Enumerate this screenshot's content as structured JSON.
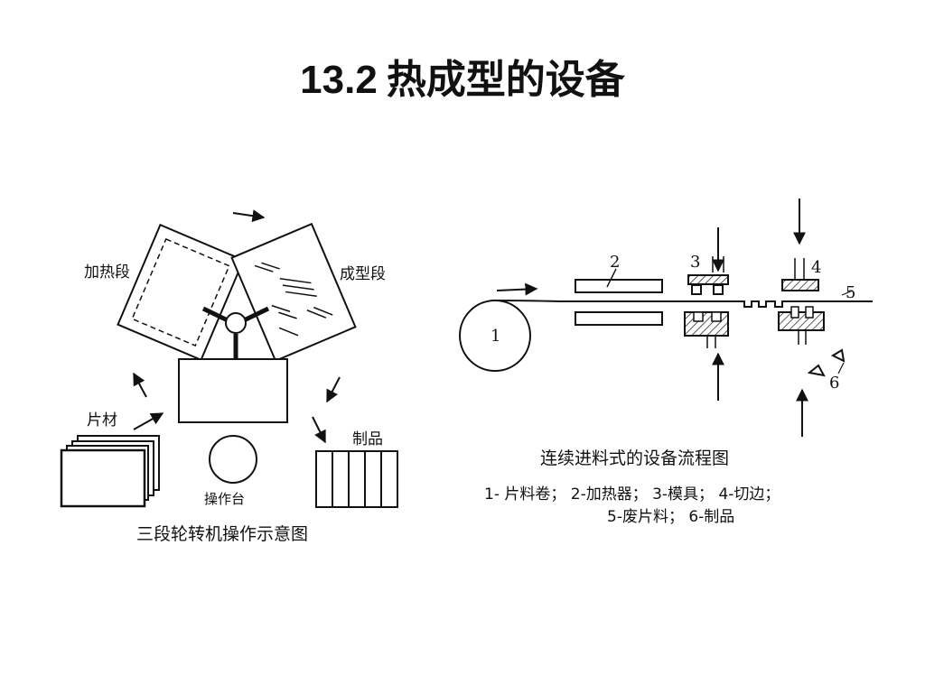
{
  "slide": {
    "title_number": "13.2",
    "title_text": "热成型的设备"
  },
  "left_diagram": {
    "labels": {
      "heating": "加热段",
      "forming": "成型段",
      "sheet": "片材",
      "product": "制品",
      "console": "操作台"
    },
    "caption": "三段轮转机操作示意图"
  },
  "right_diagram": {
    "numbers": {
      "n1": "1",
      "n2": "2",
      "n3": "3",
      "n4": "4",
      "n5": "5",
      "n6": "6"
    },
    "caption": "连续进料式的设备流程图",
    "legend_line1": "1- 片料卷； 2-加热器； 3-模具； 4-切边；",
    "legend_line2": "5-废片料； 6-制品"
  }
}
